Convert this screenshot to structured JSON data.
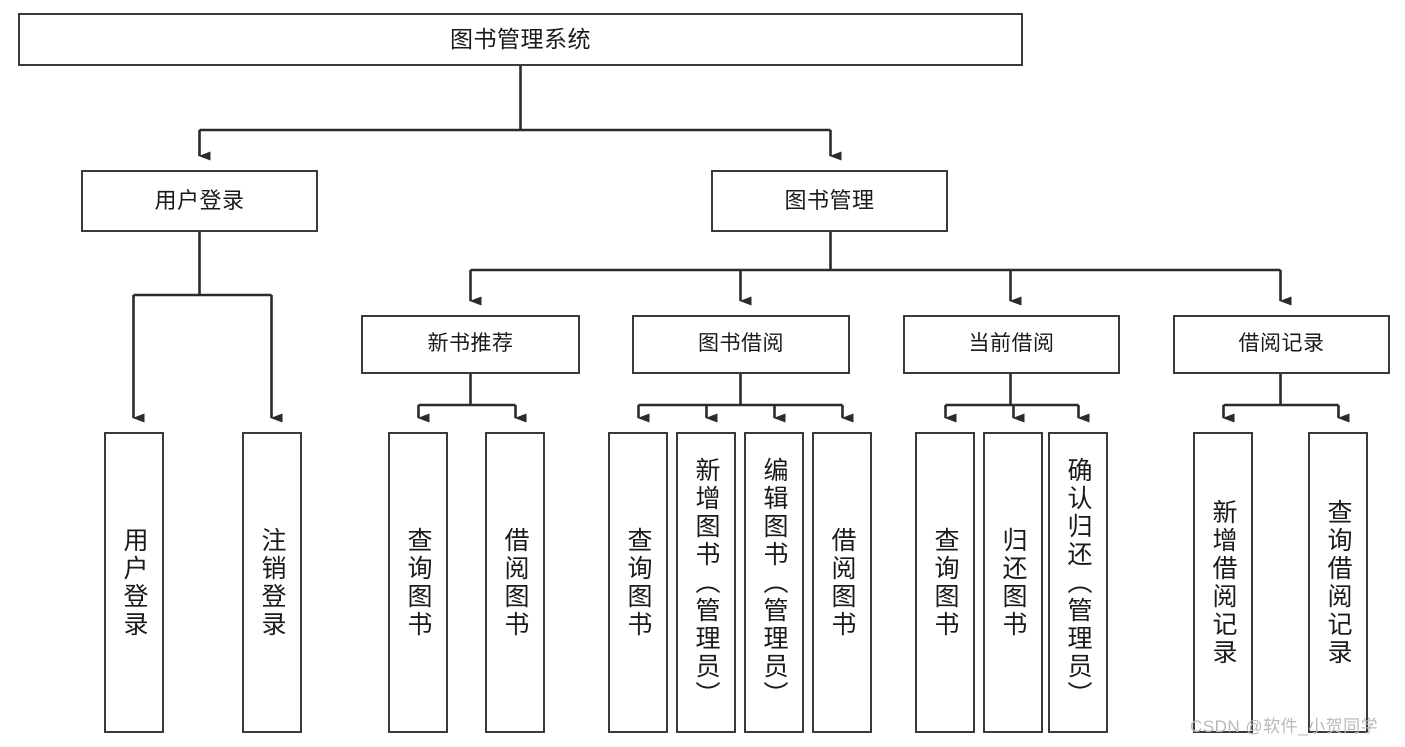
{
  "diagram": {
    "title": "图书管理系统",
    "type": "hierarchy-tree",
    "levels": 4,
    "colors": {
      "box_border": "#3a3a3a",
      "box_fill": "#ffffff",
      "connector": "#2b2b2b",
      "text": "#1a1a1a",
      "watermark": "#b9b9b9"
    }
  },
  "root": {
    "label": "图书管理系统"
  },
  "level2": [
    {
      "label": "用户登录"
    },
    {
      "label": "图书管理"
    }
  ],
  "level3": [
    {
      "label": "新书推荐"
    },
    {
      "label": "图书借阅"
    },
    {
      "label": "当前借阅"
    },
    {
      "label": "借阅记录"
    }
  ],
  "leaves": {
    "user_login": [
      {
        "label": "用户登录"
      },
      {
        "label": "注销登录"
      }
    ],
    "new_book_recommend": [
      {
        "label": "查询图书"
      },
      {
        "label": "借阅图书"
      }
    ],
    "book_borrow": [
      {
        "label": "查询图书"
      },
      {
        "label": "新增图书（管理员）"
      },
      {
        "label": "编辑图书（管理员）"
      },
      {
        "label": "借阅图书"
      }
    ],
    "current_borrow": [
      {
        "label": "查询图书"
      },
      {
        "label": "归还图书"
      },
      {
        "label": "确认归还（管理员）"
      }
    ],
    "borrow_record": [
      {
        "label": "新增借阅记录"
      },
      {
        "label": "查询借阅记录"
      }
    ]
  },
  "watermark": {
    "text": "CSDN @软件_小贺同学"
  }
}
